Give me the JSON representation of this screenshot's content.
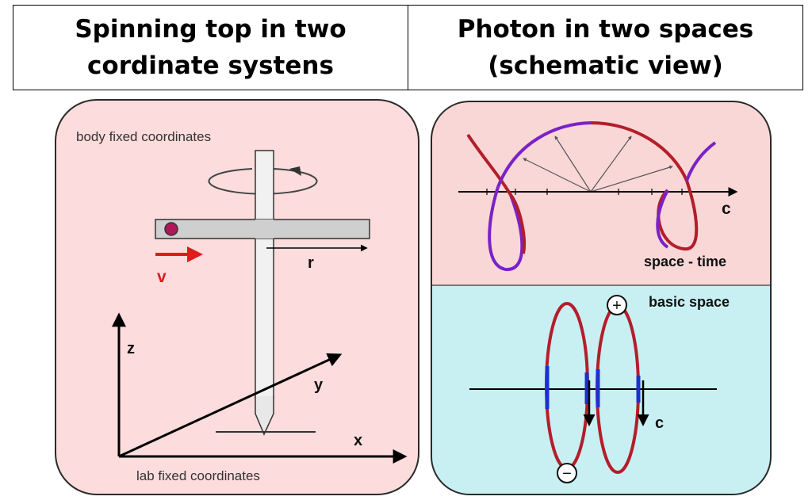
{
  "header": {
    "left_title_line1": "Spinning top in two",
    "left_title_line2": "cordinate systens",
    "right_title_line1": "Photon in two spaces",
    "right_title_line2": "(schematic view)"
  },
  "left_panel": {
    "body_label": "body fixed coordinates",
    "lab_label": "lab fixed coordinates",
    "axis_z": "z",
    "axis_y": "y",
    "axis_x": "x",
    "vector_r": "r",
    "vector_v": "v"
  },
  "right_top": {
    "label": "space - time",
    "axis_c": "c"
  },
  "right_bottom": {
    "label": "basic space",
    "plus": "+",
    "minus": "−",
    "arrow_c": "c"
  },
  "colors": {
    "left_panel_bg": "#fcdcdc",
    "top_panel_bg": "#fad7d7",
    "bottom_panel_bg": "#c8f0f3",
    "red_curve": "#b31e2a",
    "purple_curve": "#7a22c8",
    "blue_segment": "#1e2fd0",
    "velocity_arrow": "#e11b1b"
  }
}
